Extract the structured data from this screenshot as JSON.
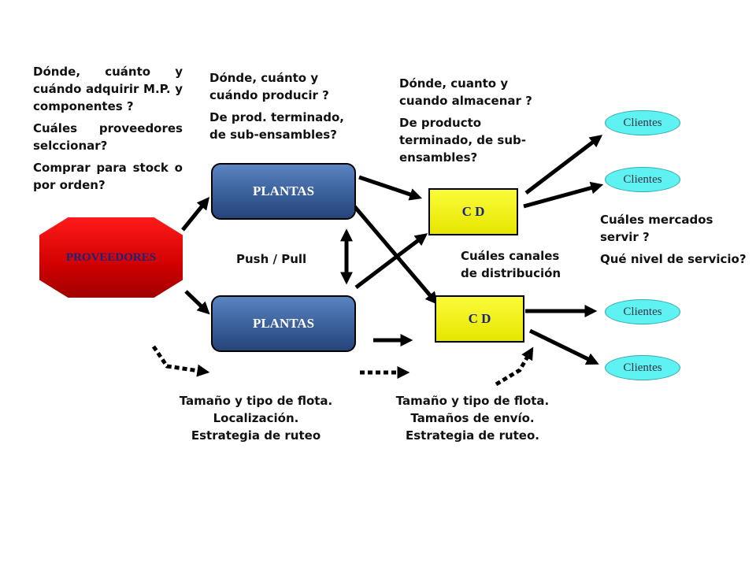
{
  "proveedores": "PROVEEDORES",
  "plantas": [
    "PLANTAS",
    "PLANTAS"
  ],
  "cds": [
    "C D",
    "C D"
  ],
  "clientes": [
    "Clientes",
    "Clientes",
    "Clientes",
    "Clientes"
  ],
  "push_pull": "Push / Pull",
  "q_proveedores": [
    "Dónde, cuánto y cuándo adquirir M.P. y componentes ?",
    "Cuáles proveedores selccionar?",
    "Comprar para stock o por orden?"
  ],
  "q_plantas": [
    "Dónde, cuánto y cuándo producir ?",
    "De prod. terminado, de sub-ensambles?"
  ],
  "q_cd": [
    "Dónde, cuanto y cuando almacenar ?",
    "De producto terminado, de sub-ensambles?"
  ],
  "q_mercados": [
    "Cuáles mercados servir ?",
    "Qué nivel de servicio?"
  ],
  "q_canales": "Cuáles canales de distribución",
  "flota1": [
    "Tamaño y tipo de flota.",
    "Localización.",
    "Estrategia de ruteo"
  ],
  "flota2": [
    "Tamaño y tipo de flota.",
    "Tamaños de envío.",
    "Estrategia de ruteo."
  ],
  "colors": {
    "proveedores": "#e00000",
    "plantas": "#3f65a3",
    "cd": "#f0f000",
    "clientes": "#5ff2f2"
  }
}
